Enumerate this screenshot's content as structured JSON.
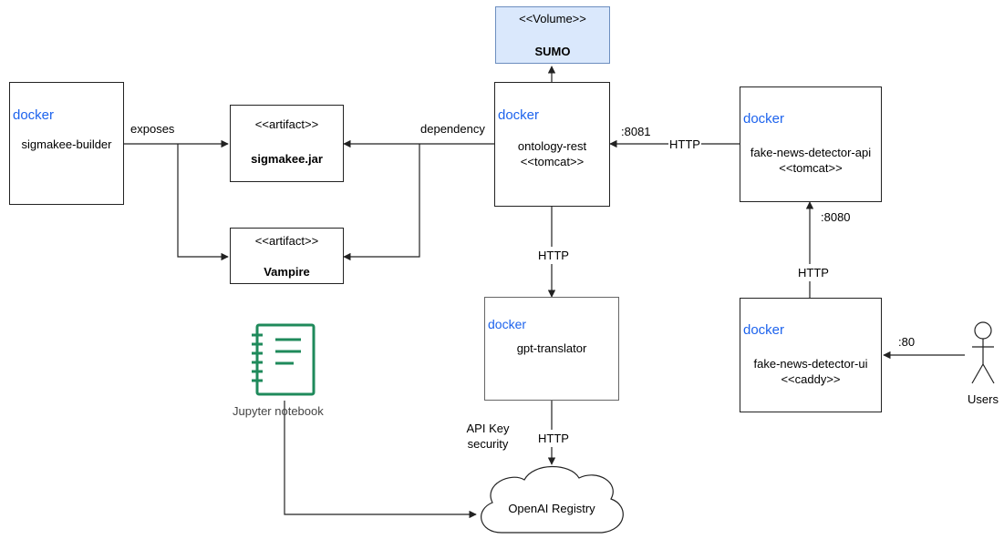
{
  "volume": {
    "stereotype": "<<Volume>>",
    "name": "SUMO"
  },
  "artifacts": {
    "sigmakee_jar": {
      "stereotype": "<<artifact>>",
      "name": "sigmakee.jar"
    },
    "vampire": {
      "stereotype": "<<artifact>>",
      "name": "Vampire"
    }
  },
  "containers": {
    "sigmakee_builder": {
      "label": "sigmakee-builder"
    },
    "ontology_rest": {
      "label": "ontology-rest",
      "stereotype": "<<tomcat>>"
    },
    "fake_news_api": {
      "label": "fake-news-detector-api",
      "stereotype": "<<tomcat>>"
    },
    "gpt_translator": {
      "label": "gpt-translator"
    },
    "fake_news_ui": {
      "label": "fake-news-detector-ui",
      "stereotype": "<<caddy>>"
    }
  },
  "docker_logo_text": "docker",
  "edge_labels": {
    "exposes": "exposes",
    "dependency": "dependency",
    "port_8081": ":8081",
    "http_api_to_rest": "HTTP",
    "port_8080": ":8080",
    "http_ui_to_api": "HTTP",
    "port_80": ":80",
    "http_rest_to_gpt": "HTTP",
    "api_key_line1": "API Key",
    "api_key_line2": "security",
    "http_gpt_to_openai": "HTTP"
  },
  "jupyter": {
    "label": "Jupyter notebook"
  },
  "cloud": {
    "label": "OpenAI Registry"
  },
  "actor": {
    "label": "Users"
  },
  "colors": {
    "volume_fill": "#dae8fc",
    "volume_stroke": "#6c8ebf",
    "docker_blue": "#1d63ed",
    "jupyter_green": "#1f8a5b",
    "line": "#222222"
  }
}
